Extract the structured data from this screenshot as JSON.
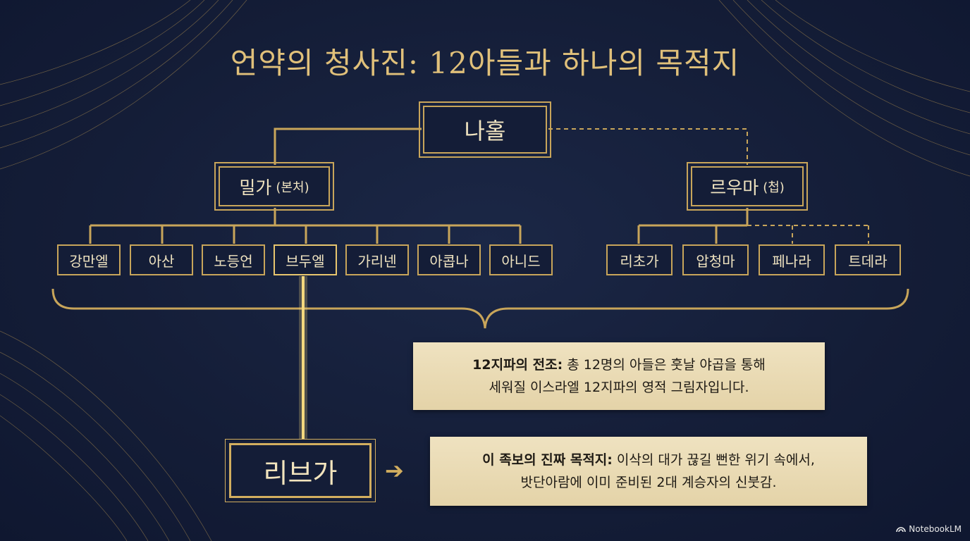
{
  "title": "언약의 청사진: 12아들과 하나의 목적지",
  "root": "나홀",
  "wives": [
    {
      "name": "밀가",
      "role": "(본처)"
    },
    {
      "name": "르우마",
      "role": "(첩)"
    }
  ],
  "milcah_sons": [
    "강만엘",
    "아산",
    "노등언",
    "브두엘",
    "가리넨",
    "아콥나",
    "아니드"
  ],
  "reumah_sons": [
    "리초가",
    "압청마",
    "페나라",
    "트데라"
  ],
  "note1": {
    "bold": "12지파의 전조:",
    "line1": "총 12명의 아들은 훗날 야곱을 통해",
    "line2": "세워질 이스라엘 12지파의 영적 그림자입니다."
  },
  "rebekah": "리브가",
  "arrow_icon": "right-arrow",
  "note2": {
    "bold": "이 족보의 진짜 목적지:",
    "line1": "이삭의 대가 끊길 뻔한 위기 속에서,",
    "line2": "밧단아람에 이미 준비된 2대 계승자의 신붓감."
  },
  "brand": "NotebookLM",
  "colors": {
    "background": "#15203a",
    "gold": "#c8a55a",
    "parchment": "#e9d9b1"
  }
}
